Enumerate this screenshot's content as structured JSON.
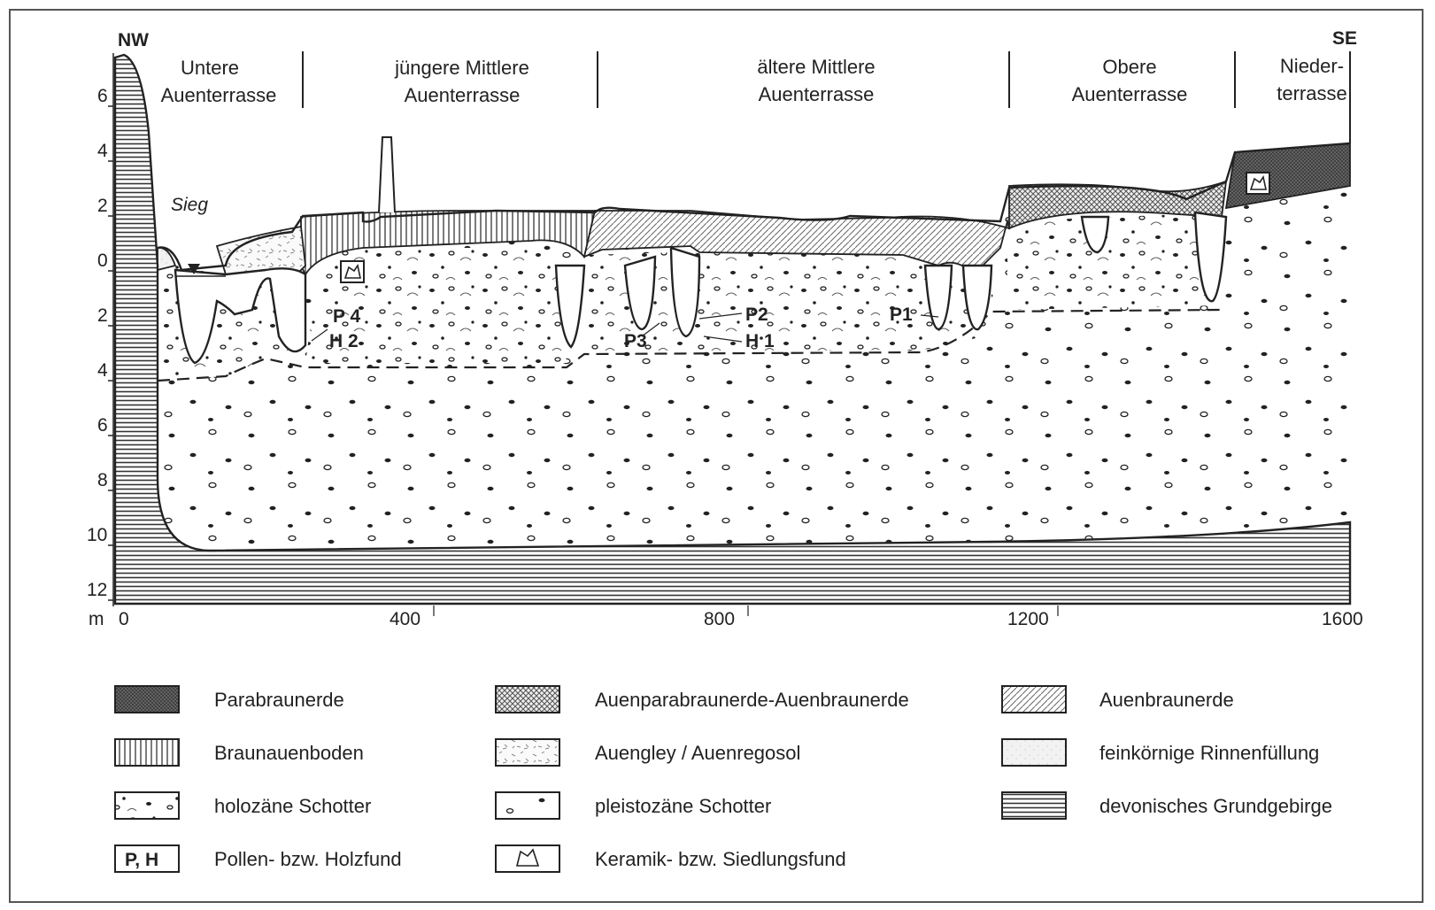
{
  "orientation": {
    "left": "NW",
    "right": "SE"
  },
  "river_label": "Sieg",
  "terraces": [
    {
      "line1": "Untere",
      "line2": "Auenterrasse"
    },
    {
      "line1": "jüngere Mittlere",
      "line2": "Auenterrasse"
    },
    {
      "line1": "ältere Mittlere",
      "line2": "Auenterrasse"
    },
    {
      "line1": "Obere",
      "line2": "Auenterrasse"
    },
    {
      "line1": "Nieder-",
      "line2": "terrasse"
    }
  ],
  "depth_axis": {
    "unit": "m",
    "ticks": [
      "6",
      "4",
      "2",
      "0",
      "2",
      "4",
      "6",
      "8",
      "10",
      "12"
    ]
  },
  "distance_axis": {
    "ticks": [
      "0",
      "400",
      "800",
      "1200",
      "1600"
    ]
  },
  "find_labels": [
    "P 4",
    "H 2",
    "P3",
    "P2",
    "H 1",
    "P1"
  ],
  "legend": [
    {
      "swatch": "Parabraunerde",
      "label": "Parabraunerde"
    },
    {
      "swatch": "Auenparabraunerde",
      "label": "Auenparabraunerde-Auenbraunerde"
    },
    {
      "swatch": "Auenbraunerde",
      "label": "Auenbraunerde"
    },
    {
      "swatch": "Braunauenboden",
      "label": "Braunauenboden"
    },
    {
      "swatch": "Auengley",
      "label": "Auengley / Auenregosol"
    },
    {
      "swatch": "Rinnenfuellung",
      "label": "feinkörnige Rinnenfüllung"
    },
    {
      "swatch": "holozaen",
      "label": "holozäne Schotter"
    },
    {
      "swatch": "pleistozaen",
      "label": "pleistozäne Schotter"
    },
    {
      "swatch": "Grundgebirge",
      "label": "devonisches Grundgebirge"
    },
    {
      "swatch": "PH",
      "swatch_text": "P, H",
      "label": "Pollen- bzw. Holzfund"
    },
    {
      "swatch": "Keramik",
      "label": "Keramik- bzw. Siedlungsfund"
    }
  ],
  "colors": {
    "ink": "#222222",
    "paper": "#ffffff",
    "dark_fill": "#444444"
  }
}
